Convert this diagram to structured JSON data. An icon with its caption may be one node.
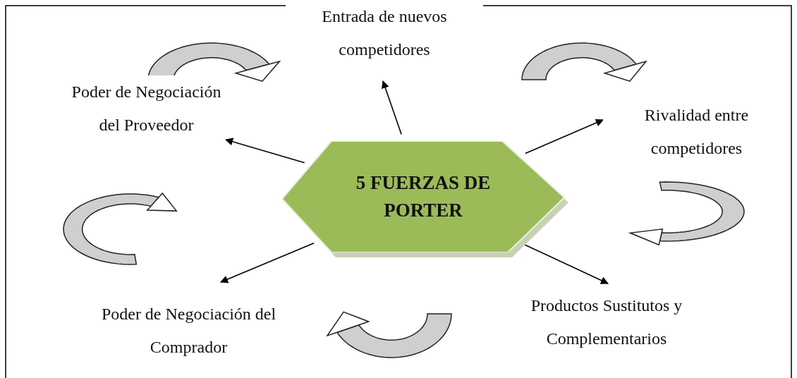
{
  "diagram": {
    "nodes": [
      {
        "text": [
          "5 FUERZAS DE PORTER"
        ]
      },
      {
        "text": [
          "Entrada de nuevos competidores"
        ]
      },
      {
        "text": [
          "Poder de Negociación del Proveedor"
        ]
      },
      {
        "text": [
          "Rivalidad entre competidores"
        ]
      },
      {
        "text": [
          "Poder de Negociación del Comprador"
        ]
      },
      {
        "text": [
          "Productos Sustitutos y Complementarios"
        ]
      }
    ],
    "edges": [
      {
        "from": 0,
        "to": 1,
        "arrow": "to"
      },
      {
        "from": 0,
        "to": 2,
        "arrow": "to"
      },
      {
        "from": 0,
        "to": 3,
        "arrow": "to"
      },
      {
        "from": 0,
        "to": 4,
        "arrow": "to"
      },
      {
        "from": 0,
        "to": 5,
        "arrow": "to"
      }
    ]
  }
}
